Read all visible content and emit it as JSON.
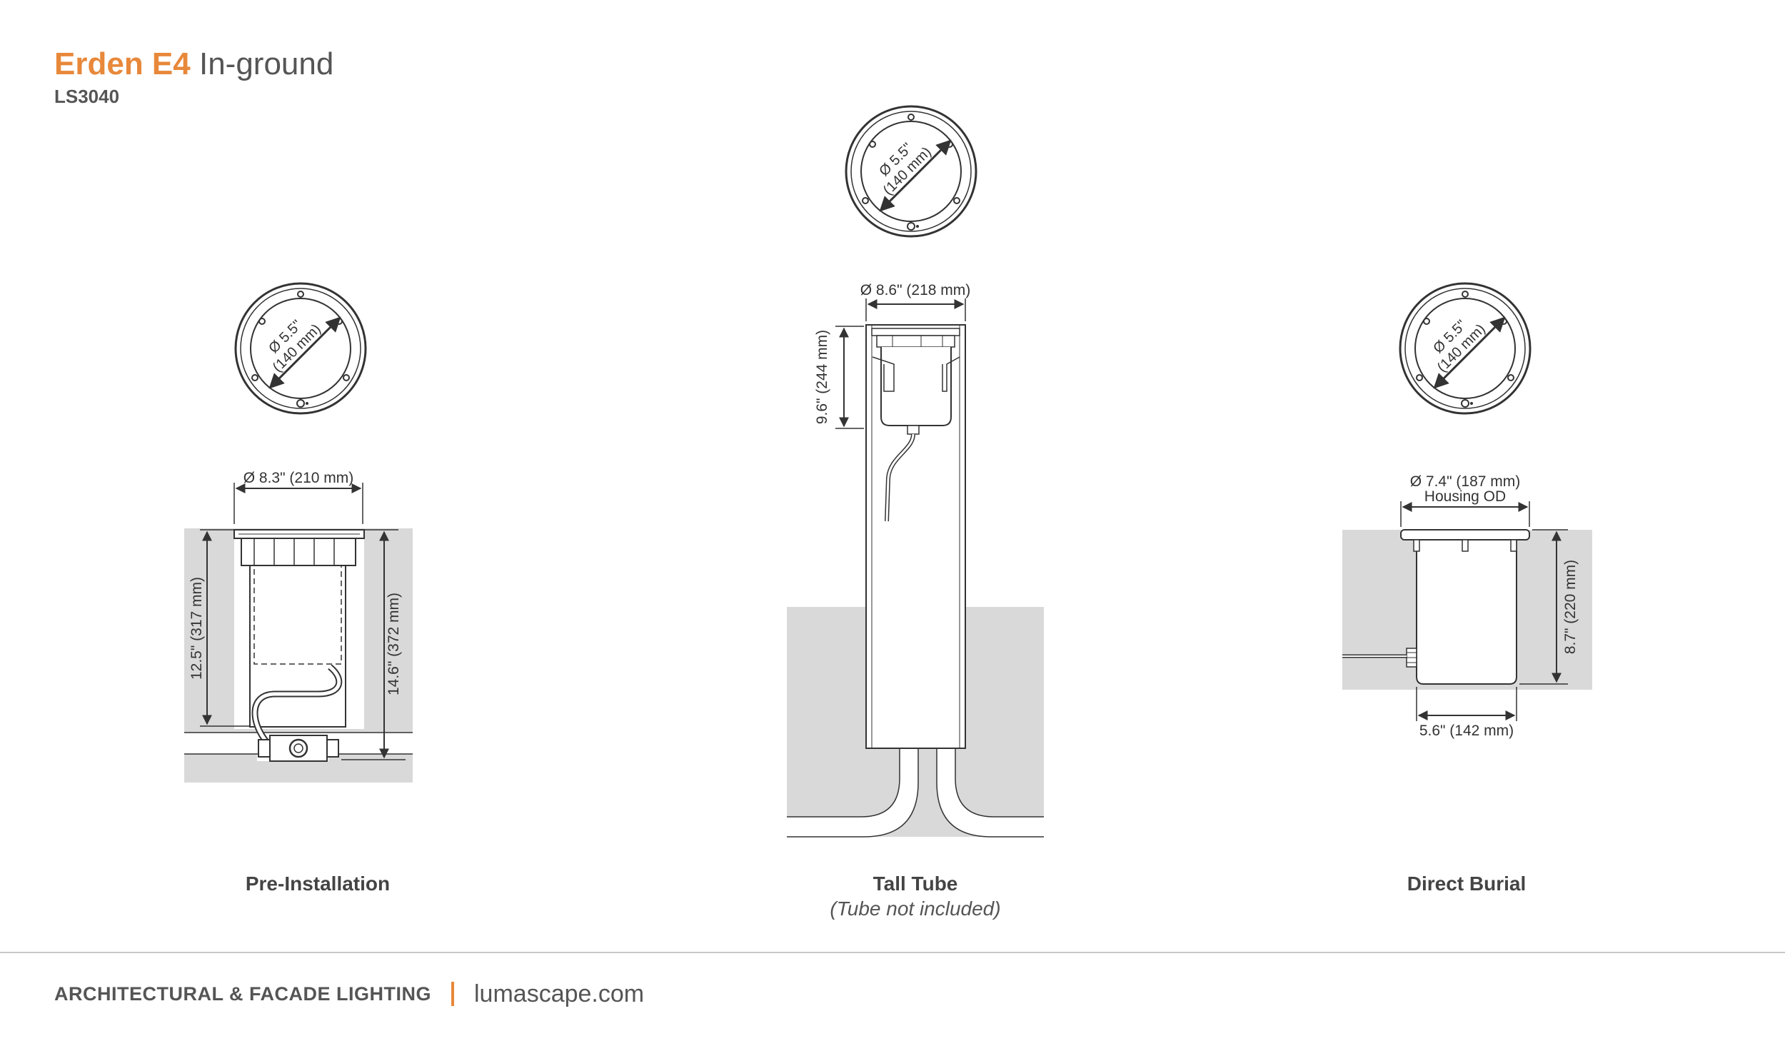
{
  "header": {
    "product_name": "Erden E4",
    "product_type": "In-ground",
    "product_code": "LS3040"
  },
  "colors": {
    "accent": "#e8883a",
    "ground": "#d9d9d9",
    "line": "#333333",
    "footer_rule": "#c8c8c8"
  },
  "diagrams": {
    "pre_installation": {
      "caption": "Pre-Installation",
      "top_view_dim": [
        "Ø 5.5\"",
        "(140 mm)"
      ],
      "width_dim": "Ø 8.3\" (210 mm)",
      "left_height_dim": "12.5\" (317 mm)",
      "right_height_dim": "14.6\" (372 mm)"
    },
    "tall_tube": {
      "caption": "Tall Tube",
      "caption_note": "(Tube not included)",
      "top_view_dim": [
        "Ø 5.5\"",
        "(140 mm)"
      ],
      "width_dim": "Ø 8.6\" (218 mm)",
      "height_dim": "9.6\" (244 mm)"
    },
    "direct_burial": {
      "caption": "Direct Burial",
      "top_view_dim": [
        "Ø 5.5\"",
        "(140 mm)"
      ],
      "width_dim": "Ø 7.4\" (187 mm)",
      "width_note": "Housing OD",
      "height_dim": "8.7\" (220 mm)",
      "bottom_dim": "5.6\" (142 mm)"
    }
  },
  "footer": {
    "tagline": "ARCHITECTURAL & FACADE LIGHTING",
    "website": "lumascape.com"
  }
}
